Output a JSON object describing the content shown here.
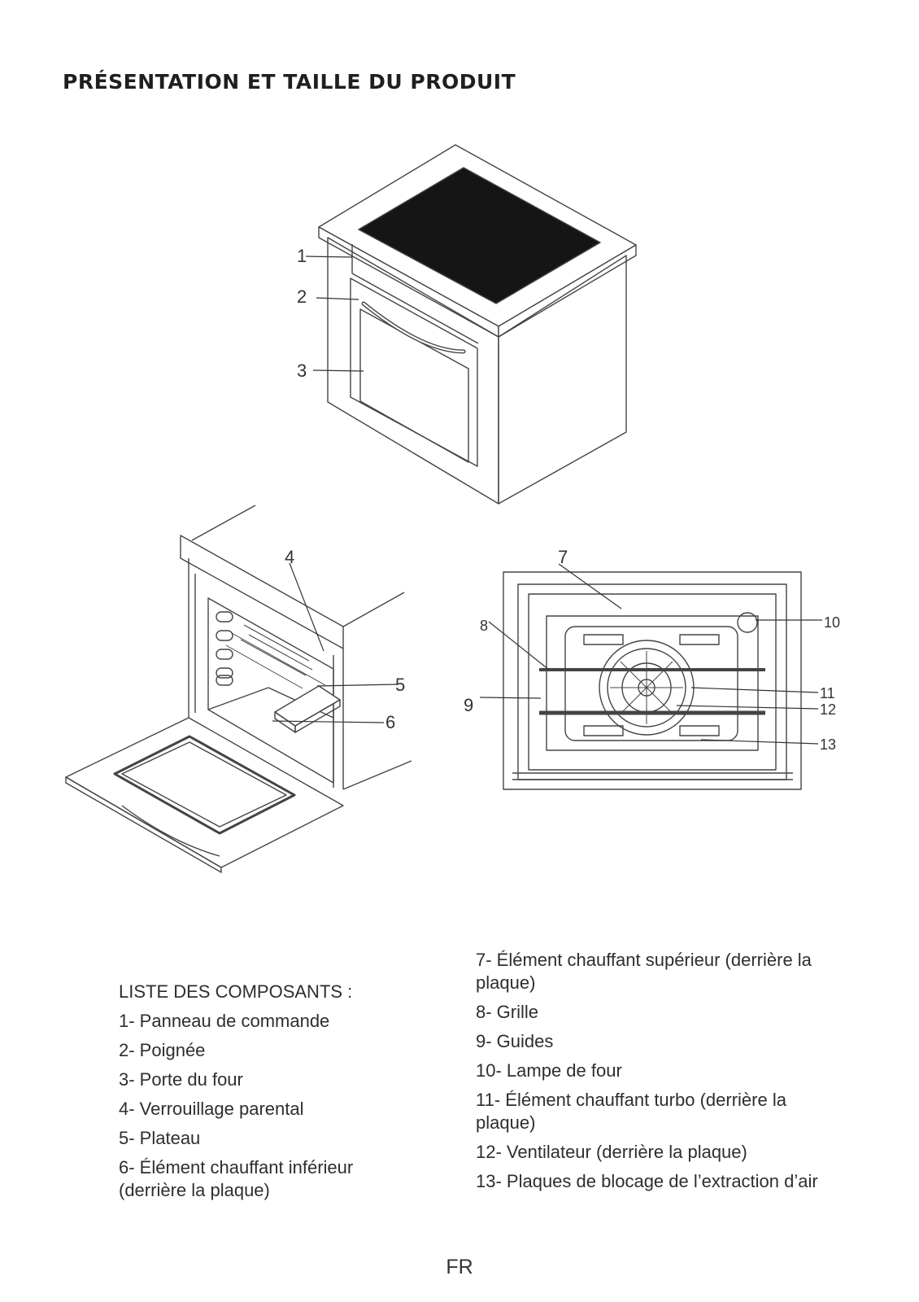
{
  "page": {
    "title": "PRÉSENTATION ET TAILLE DU PRODUIT",
    "footer": "FR"
  },
  "callouts": [
    "1",
    "2",
    "3",
    "4",
    "5",
    "6",
    "7",
    "8",
    "9",
    "10",
    "11",
    "12",
    "13"
  ],
  "components": {
    "heading": "LISTE DES COMPOSANTS :",
    "left": [
      "1- Panneau de commande",
      "2- Poignée",
      "3- Porte du four",
      "4- Verrouillage parental",
      "5- Plateau",
      "6- Élément chauffant inférieur (derrière la plaque)"
    ],
    "right": [
      "7- Élément chauffant supérieur (derrière la plaque)",
      "8- Grille",
      "9- Guides",
      "10- Lampe de four",
      "11- Élément chauffant turbo (derrière la plaque)",
      "12- Ventilateur (derrière la plaque)",
      "13- Plaques de blocage de l’extraction d’air"
    ]
  }
}
